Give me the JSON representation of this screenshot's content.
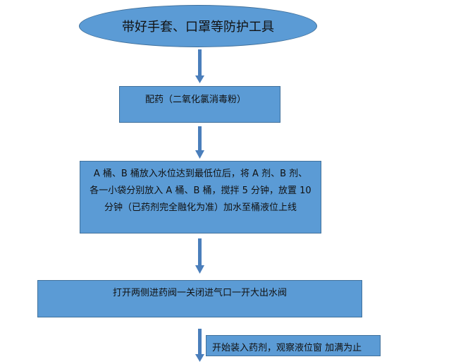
{
  "flowchart": {
    "start": "带好手套、口罩等防护工具",
    "steps": [
      {
        "text": "配药（二氧化氯消毒粉）"
      },
      {
        "lines": [
          "A 桶、B 桶放入水位达到最低位后，将 A 剂、B 剂、",
          "各一小袋分别放入 A 桶、B 桶，搅拌 5 分钟，放置 10",
          "分钟（已药剂完全融化为准）加水至桶液位上线"
        ]
      },
      {
        "text": "打开两侧进药阀一关闭进气口一开大出水阀"
      },
      {
        "text": "开始装入药剂，观察液位窗  加满为止"
      }
    ]
  },
  "colors": {
    "fill": "#5b9bd5",
    "border": "#41719c",
    "arrow": "#4a7ebb"
  }
}
